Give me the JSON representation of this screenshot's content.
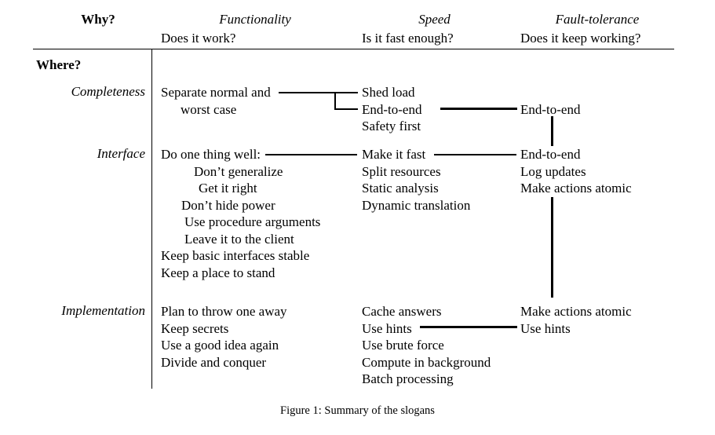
{
  "figure": {
    "caption": "Figure 1: Summary of the slogans",
    "row_label_header": "Why?",
    "corner_label": "Where?"
  },
  "columns": [
    {
      "id": "why",
      "title": "Why?",
      "question": ""
    },
    {
      "id": "functionality",
      "title": "Functionality",
      "question": "Does it work?"
    },
    {
      "id": "speed",
      "title": "Speed",
      "question": "Is it fast enough?"
    },
    {
      "id": "fault_tolerance",
      "title": "Fault-tolerance",
      "question": "Does it keep working?"
    }
  ],
  "rows": [
    {
      "label": "Completeness",
      "functionality": [
        "Separate normal and",
        "worst case"
      ],
      "speed": [
        "Shed load",
        "End-to-end",
        "Safety first"
      ],
      "fault_tolerance": [
        "End-to-end"
      ]
    },
    {
      "label": "Interface",
      "functionality": [
        "Do one thing well:",
        "Don’t generalize",
        "Get it right",
        "Don’t hide power",
        "Use procedure arguments",
        "Leave it to the client",
        "Keep basic interfaces stable",
        "Keep a place to stand"
      ],
      "speed": [
        "Make it fast",
        "Split resources",
        "Static analysis",
        "Dynamic translation"
      ],
      "fault_tolerance": [
        "End-to-end",
        "Log updates",
        "Make actions atomic"
      ]
    },
    {
      "label": "Implementation",
      "functionality": [
        "Plan to throw one away",
        "Keep secrets",
        "Use a good idea again",
        "Divide and conquer"
      ],
      "speed": [
        "Cache answers",
        "Use hints",
        "Use brute force",
        "Compute in background",
        "Batch processing"
      ],
      "fault_tolerance": [
        "Make actions atomic",
        "Use hints"
      ]
    }
  ],
  "connectors": [
    {
      "id": "sep-normal-to-shed-and-endtoend",
      "style": "thin-bracket"
    },
    {
      "id": "speed-endtoend-to-ft-endtoend",
      "style": "thick"
    },
    {
      "id": "ft-endtoend-down-to-ft-endtoend",
      "style": "thick-vertical"
    },
    {
      "id": "do-one-thing-well-to-make-it-fast",
      "style": "thin"
    },
    {
      "id": "make-it-fast-to-ft-endtoend",
      "style": "thin"
    },
    {
      "id": "ft-make-actions-atomic-down",
      "style": "thick-vertical"
    },
    {
      "id": "speed-use-hints-to-ft-use-hints",
      "style": "thick"
    }
  ],
  "colors": {
    "ink": "#000000",
    "paper": "#ffffff"
  }
}
